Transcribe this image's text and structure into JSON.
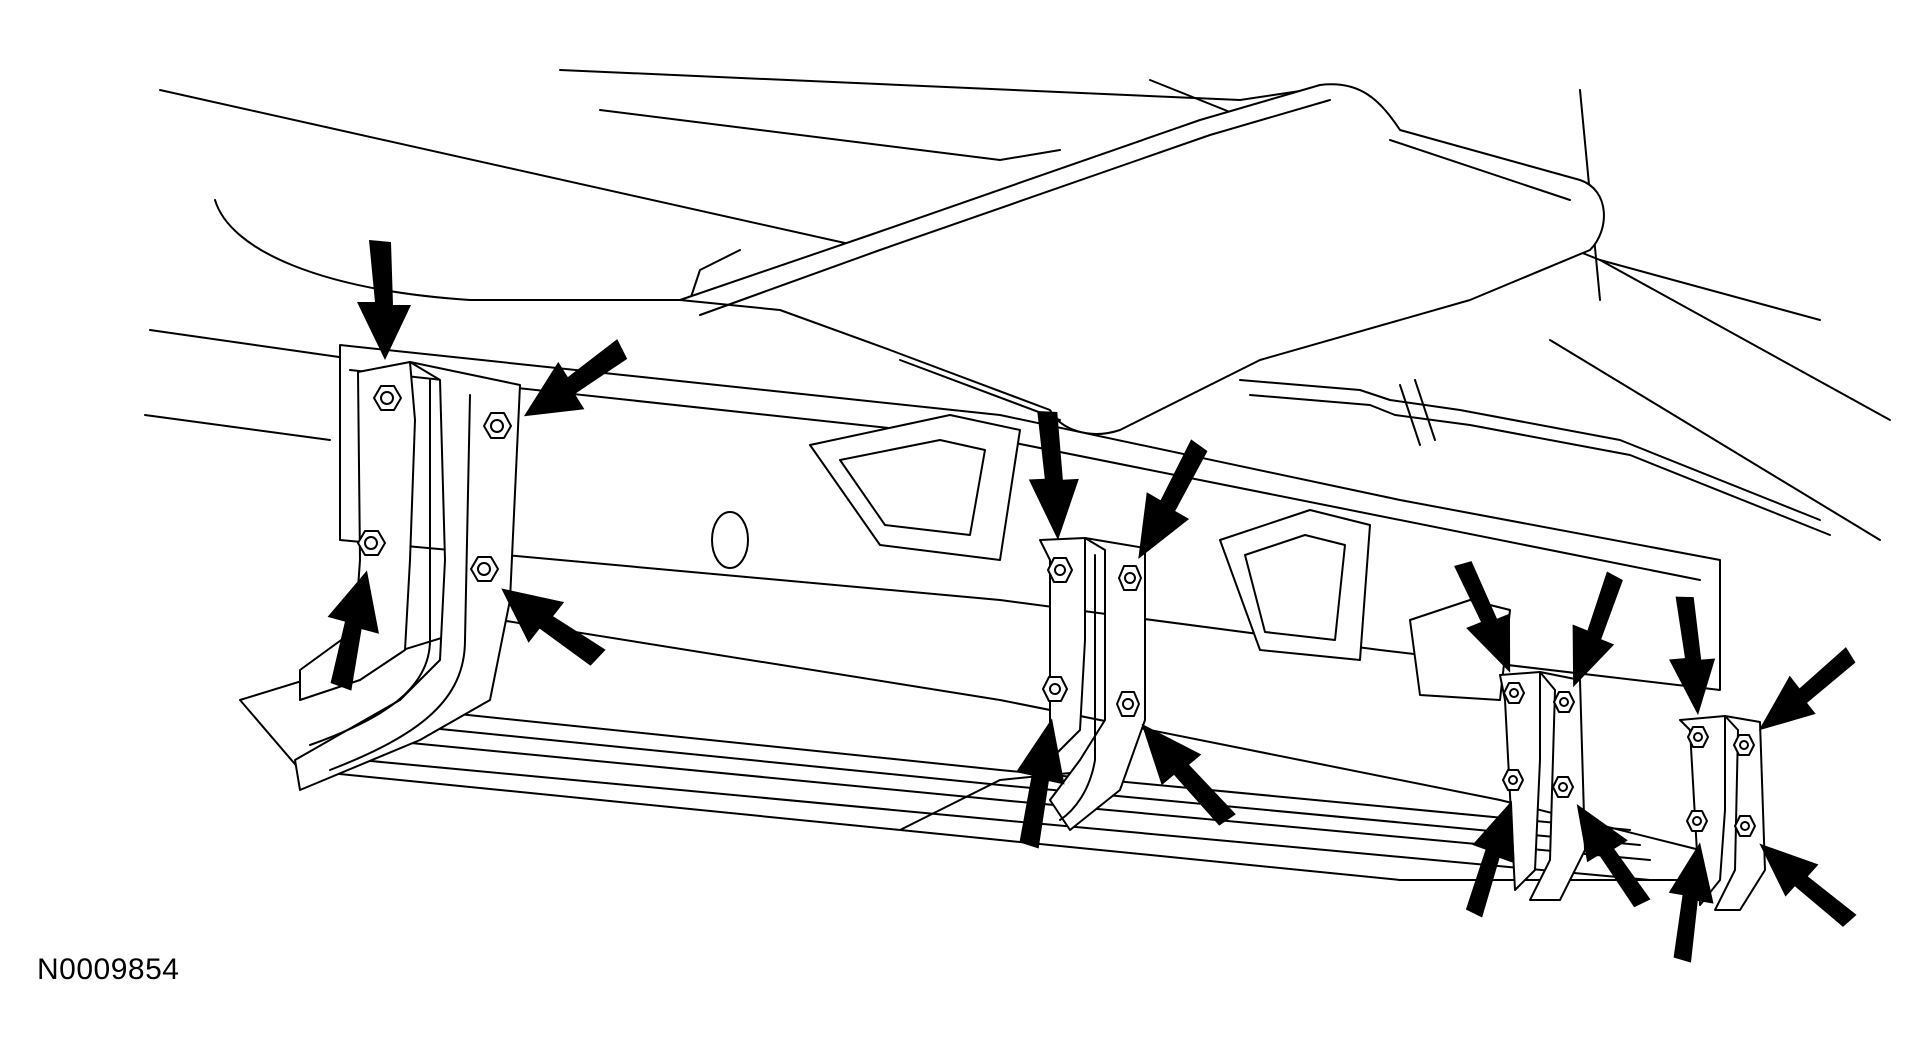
{
  "figure": {
    "id_label": "N0009854",
    "colors": {
      "line": "#000000",
      "background": "#ffffff",
      "arrow": "#000000"
    }
  },
  "brackets": [
    {
      "bolts": 4
    },
    {
      "bolts": 4
    },
    {
      "bolts": 4
    },
    {
      "bolts": 4
    }
  ],
  "arrows_total": 16
}
